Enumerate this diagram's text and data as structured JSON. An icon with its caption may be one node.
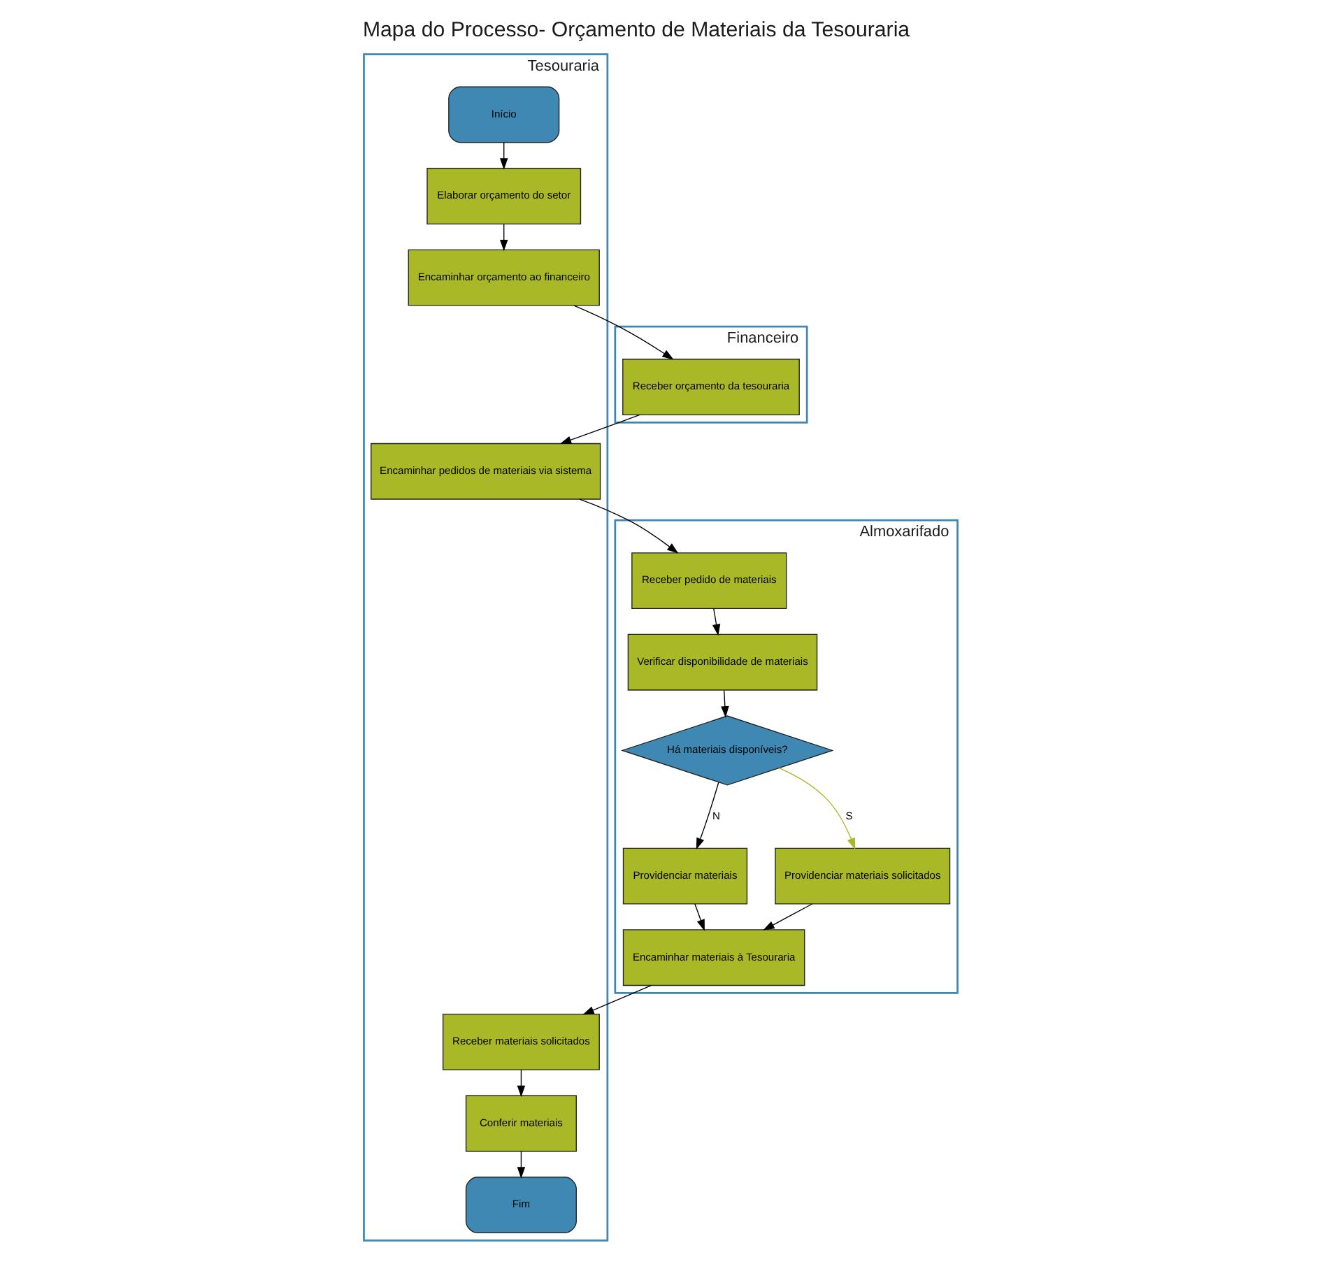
{
  "diagram": {
    "title": "Mapa do Processo- Orçamento de Materiais da Tesouraria",
    "nodes": [
      {
        "text": [
          "Tesouraria"
        ]
      },
      {
        "text": [
          "Início"
        ],
        "in": 0
      },
      {
        "text": [
          "Elaborar orçamento do setor"
        ],
        "in": 0
      },
      {
        "text": [
          "Encaminhar orçamento ao financeiro"
        ],
        "in": 0
      },
      {
        "text": [
          "Encaminhar pedidos de materiais via sistema"
        ],
        "in": 0
      },
      {
        "text": [
          "Fim"
        ],
        "in": 0
      },
      {
        "text": [
          "Conferir materiais"
        ],
        "in": 0
      },
      {
        "text": [
          "Receber materiais solicitados"
        ],
        "in": 0
      },
      {
        "text": [
          "Financeiro"
        ]
      },
      {
        "text": [
          "Receber orçamento da tesouraria"
        ],
        "in": 8
      },
      {
        "text": [
          "Almoxarifado"
        ]
      },
      {
        "text": [
          "Receber pedido de materiais"
        ],
        "in": 10
      },
      {
        "text": [
          "Providenciar materiais"
        ],
        "in": 10
      },
      {
        "text": [
          "Encaminhar materiais à Tesouraria"
        ],
        "in": 10
      },
      {
        "text": [
          "Verificar disponibilidade de materiais"
        ],
        "in": 10
      },
      {
        "text": [
          "Há materiais disponíveis?"
        ],
        "in": 10
      },
      {
        "text": [
          "Providenciar materiais solicitados"
        ],
        "in": 10
      }
    ],
    "edges": [
      {
        "from": 1,
        "to": 2,
        "arrow": "to"
      },
      {
        "from": 2,
        "to": 3,
        "arrow": "to"
      },
      {
        "from": 3,
        "to": 9,
        "arrow": "to"
      },
      {
        "from": 9,
        "to": 4,
        "arrow": "to"
      },
      {
        "from": 4,
        "to": 11,
        "arrow": "to"
      },
      {
        "from": 11,
        "to": 14,
        "arrow": "to"
      },
      {
        "from": 14,
        "to": 15,
        "arrow": "to"
      },
      {
        "from": 15,
        "to": 12,
        "arrow": "to",
        "label": "N"
      },
      {
        "from": 15,
        "to": 16,
        "arrow": "to",
        "label": "S",
        "color": "#a9b727"
      },
      {
        "from": 12,
        "to": 13,
        "arrow": "to"
      },
      {
        "from": 16,
        "to": 13,
        "arrow": "to"
      },
      {
        "from": 13,
        "to": 7,
        "arrow": "to"
      },
      {
        "from": 7,
        "to": 6,
        "arrow": "to"
      },
      {
        "from": 6,
        "to": 5,
        "arrow": "to"
      }
    ]
  }
}
